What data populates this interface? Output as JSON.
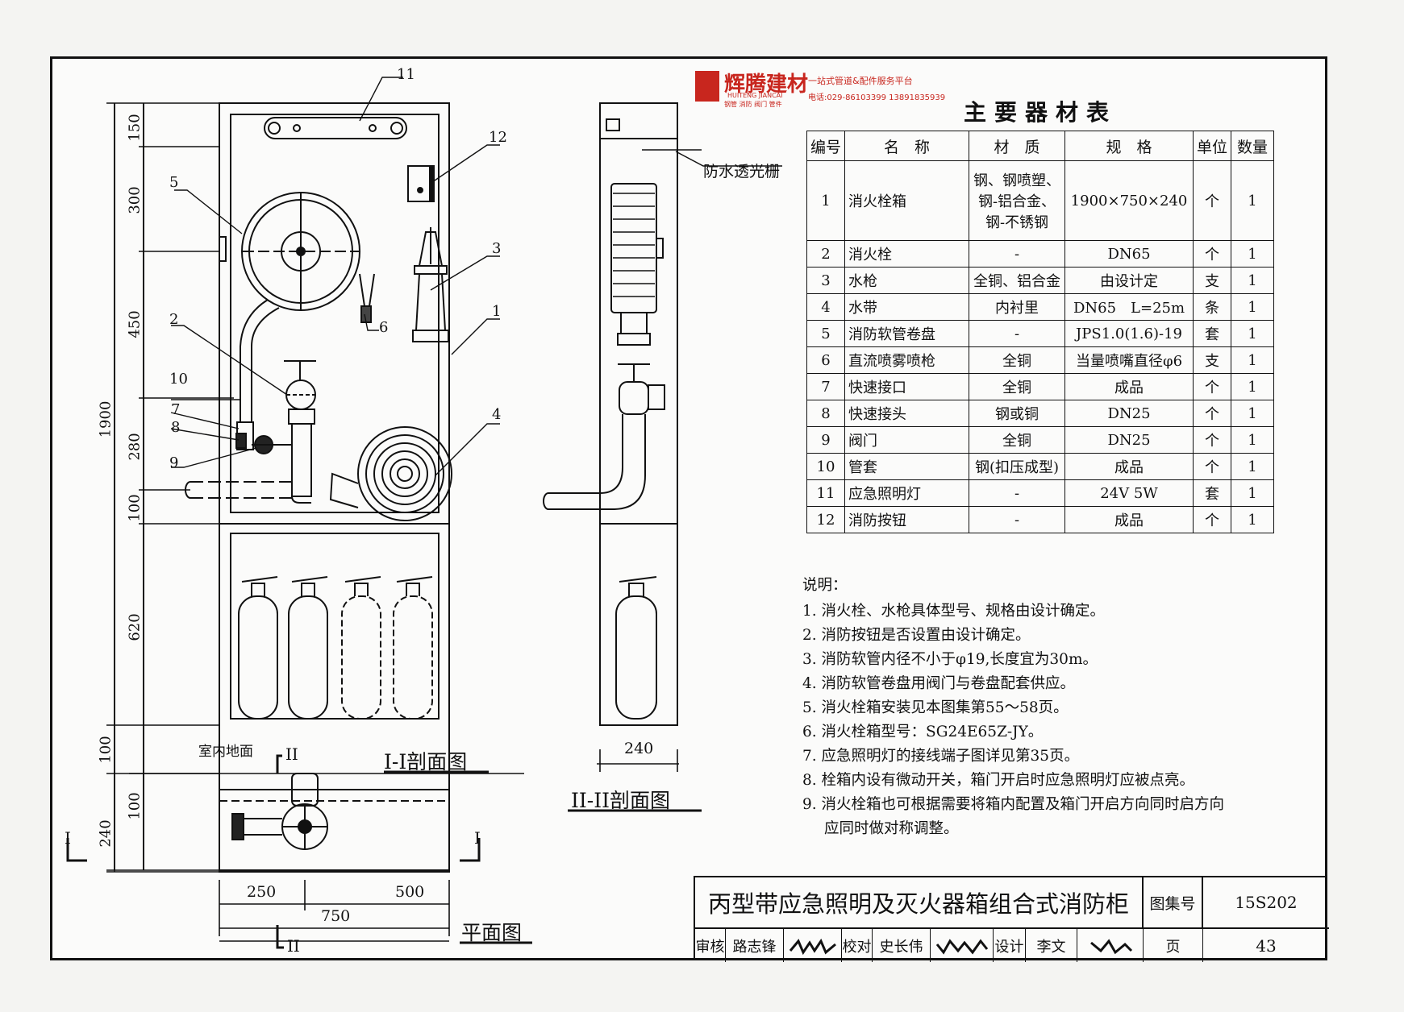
{
  "logo": {
    "brand_cn": "辉腾建材",
    "brand_en": "HUITENG JIANCAI",
    "tags": "钢管 消防 阀门 管件",
    "slogan": "一站式管道&配件服务平台",
    "phone": "电话:029-86103399 13891835939"
  },
  "materials_table": {
    "title": "主要器材表",
    "headers": [
      "编号",
      "名　称",
      "材　质",
      "规　格",
      "单位",
      "数量"
    ],
    "rows": [
      {
        "no": "1",
        "name": "消火栓箱",
        "material": [
          "钢、钢喷塑、",
          "钢-铝合金、",
          "钢-不锈钢"
        ],
        "spec": "1900×750×240",
        "unit": "个",
        "qty": "1"
      },
      {
        "no": "2",
        "name": "消火栓",
        "material": [
          "-"
        ],
        "spec": "DN65",
        "unit": "个",
        "qty": "1"
      },
      {
        "no": "3",
        "name": "水枪",
        "material": [
          "全铜、铝合金"
        ],
        "spec": "由设计定",
        "unit": "支",
        "qty": "1"
      },
      {
        "no": "4",
        "name": "水带",
        "material": [
          "内衬里"
        ],
        "spec": "DN65　L=25m",
        "unit": "条",
        "qty": "1"
      },
      {
        "no": "5",
        "name": "消防软管卷盘",
        "material": [
          "-"
        ],
        "spec": "JPS1.0(1.6)-19",
        "unit": "套",
        "qty": "1"
      },
      {
        "no": "6",
        "name": "直流喷雾喷枪",
        "material": [
          "全铜"
        ],
        "spec": "当量喷嘴直径φ6",
        "unit": "支",
        "qty": "1"
      },
      {
        "no": "7",
        "name": "快速接口",
        "material": [
          "全铜"
        ],
        "spec": "成品",
        "unit": "个",
        "qty": "1"
      },
      {
        "no": "8",
        "name": "快速接头",
        "material": [
          "钢或铜"
        ],
        "spec": "DN25",
        "unit": "个",
        "qty": "1"
      },
      {
        "no": "9",
        "name": "阀门",
        "material": [
          "全铜"
        ],
        "spec": "DN25",
        "unit": "个",
        "qty": "1"
      },
      {
        "no": "10",
        "name": "管套",
        "material": [
          "钢(扣压成型)"
        ],
        "spec": "成品",
        "unit": "个",
        "qty": "1"
      },
      {
        "no": "11",
        "name": "应急照明灯",
        "material": [
          "-"
        ],
        "spec": "24V 5W",
        "unit": "套",
        "qty": "1"
      },
      {
        "no": "12",
        "name": "消防按钮",
        "material": [
          "-"
        ],
        "spec": "成品",
        "unit": "个",
        "qty": "1"
      }
    ]
  },
  "notes": {
    "title": "说明：",
    "items": [
      "1. 消火栓、水枪具体型号、规格由设计确定。",
      "2. 消防按钮是否设置由设计确定。",
      "3. 消防软管内径不小于φ19,长度宜为30m。",
      "4. 消防软管卷盘用阀门与卷盘配套供应。",
      "5. 消火栓箱安装见本图集第55～58页。",
      "6. 消火栓箱型号：SG24E65Z-JY。",
      "7. 应急照明灯的接线端子图详见第35页。",
      "8. 栓箱内设有微动开关，箱门开启时应急照明灯应被点亮。",
      "9. 消火栓箱也可根据需要将箱内配置及箱门开启方向同时启方向",
      "应同时做对称调整。"
    ]
  },
  "drawing": {
    "view1_title": "I-I剖面图",
    "view2_title": "II-II剖面图",
    "plan_title": "平面图",
    "floor_label": "室内地面",
    "louver_label": "防水透光栅",
    "dims_vertical": [
      "150",
      "300",
      "450",
      "280",
      "100",
      "620",
      "100",
      "1900",
      "100",
      "240"
    ],
    "dim_side_width": "240",
    "dims_plan": [
      "250",
      "500",
      "750"
    ],
    "callouts": [
      "1",
      "2",
      "3",
      "4",
      "5",
      "6",
      "7",
      "8",
      "9",
      "10",
      "11",
      "12"
    ],
    "section_marks": [
      "I",
      "II"
    ]
  },
  "title_block": {
    "title": "丙型带应急照明及灭火器箱组合式消防柜",
    "atlas_label": "图集号",
    "atlas_no": "15S202",
    "review_label": "审核",
    "reviewer": "路志锋",
    "check_label": "校对",
    "checker": "史长伟",
    "design_label": "设计",
    "designer": "李文",
    "page_label": "页",
    "page_no": "43"
  }
}
